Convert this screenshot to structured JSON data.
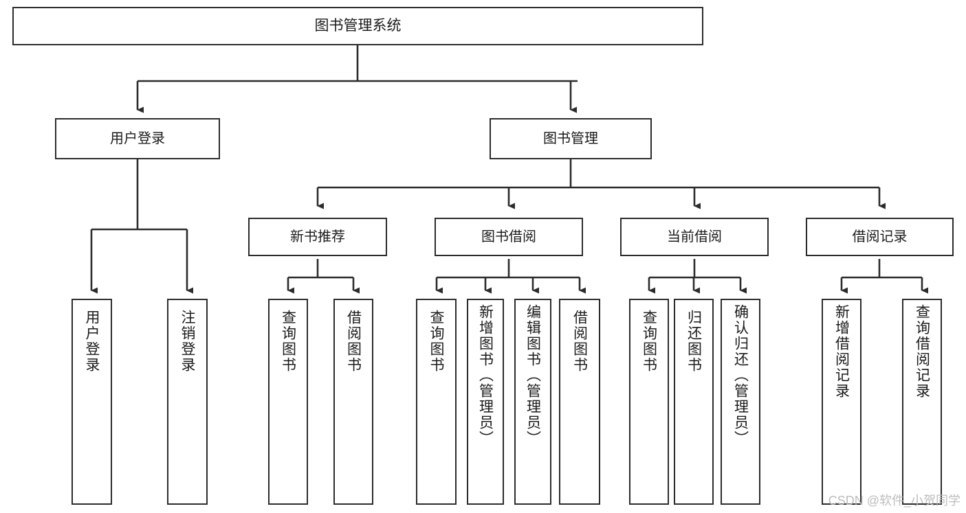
{
  "diagram": {
    "title": "图书管理系统",
    "type": "tree-hierarchy-chart",
    "watermark": "CSDN @软件_小贺同学",
    "colors": {
      "box_border": "#2b2b2b",
      "box_fill": "#ffffff",
      "edge": "#2b2b2b",
      "text": "#1a1a1a",
      "watermark": "#bdbdbd"
    },
    "nodes": {
      "root": {
        "label": "图书管理系统"
      },
      "level2": [
        {
          "label": "用户登录"
        },
        {
          "label": "图书管理"
        }
      ],
      "level3": [
        {
          "label": "新书推荐"
        },
        {
          "label": "图书借阅"
        },
        {
          "label": "当前借阅"
        },
        {
          "label": "借阅记录"
        }
      ],
      "leaves": {
        "user_login": [
          {
            "label": "用户登录"
          },
          {
            "label": "注销登录"
          }
        ],
        "new_book_recommend": [
          {
            "label": "查询图书"
          },
          {
            "label": "借阅图书"
          }
        ],
        "book_borrow": [
          {
            "label": "查询图书"
          },
          {
            "label": "新增图书（管理员）"
          },
          {
            "label": "编辑图书（管理员）"
          },
          {
            "label": "借阅图书"
          }
        ],
        "current_borrow": [
          {
            "label": "查询图书"
          },
          {
            "label": "归还图书"
          },
          {
            "label": "确认归还（管理员）"
          }
        ],
        "borrow_record": [
          {
            "label": "新增借阅记录"
          },
          {
            "label": "查询借阅记录"
          }
        ]
      }
    }
  }
}
